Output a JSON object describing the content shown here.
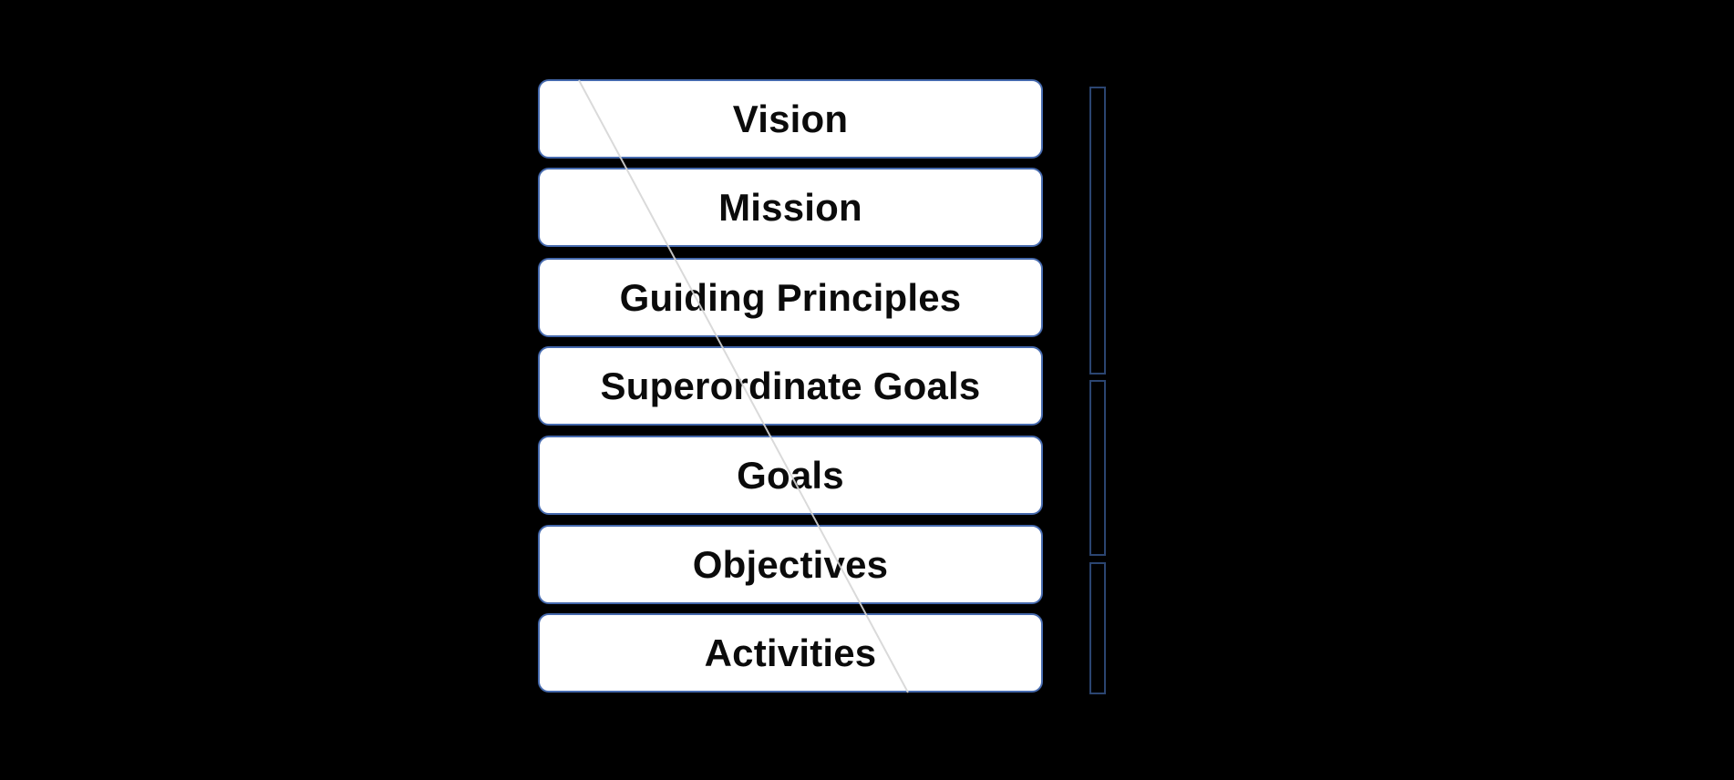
{
  "diagram": {
    "description": "Strategy hierarchy stack diagram on black slide",
    "boxes": [
      {
        "label": "Vision"
      },
      {
        "label": "Mission"
      },
      {
        "label": "Guiding Principles"
      },
      {
        "label": "Superordinate Goals"
      },
      {
        "label": "Goals"
      },
      {
        "label": "Objectives"
      },
      {
        "label": "Activities"
      }
    ],
    "brackets": [
      {
        "position": "top"
      },
      {
        "position": "middle"
      },
      {
        "position": "bottom"
      }
    ],
    "colors": {
      "background": "#000000",
      "box_fill": "#ffffff",
      "box_border": "#4569ad",
      "bracket_border": "#2b4571",
      "box_text": "#0b0b0b",
      "stray_line": "#d6d6d6"
    }
  }
}
